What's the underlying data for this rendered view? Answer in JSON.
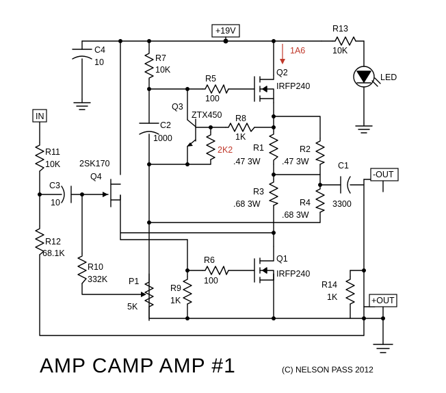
{
  "title": "AMP CAMP AMP #1",
  "copyright": "(C) NELSON PASS 2012",
  "ports": {
    "supply": "+19V",
    "input": "IN",
    "out_minus": "-OUT",
    "out_plus": "+OUT"
  },
  "components": {
    "c4": {
      "name": "C4",
      "value": "10"
    },
    "r7": {
      "name": "R7",
      "value": "10K"
    },
    "r13": {
      "name": "R13",
      "value": "10K"
    },
    "led": {
      "name": "LED"
    },
    "q2": {
      "name": "Q2",
      "value": "IRFP240"
    },
    "r5": {
      "name": "R5",
      "value": "100"
    },
    "q3": {
      "name": "Q3",
      "value": "ZTX450"
    },
    "c2": {
      "name": "C2",
      "value": "1000"
    },
    "r8": {
      "name": "R8",
      "value": "1K"
    },
    "r_2k2": {
      "value": "2K2"
    },
    "r1": {
      "name": "R1",
      "value": ".47 3W"
    },
    "r2": {
      "name": "R2",
      "value": ".47 3W"
    },
    "r11": {
      "name": "R11",
      "value": "10K"
    },
    "q4": {
      "name": "Q4",
      "value": "2SK170"
    },
    "c3": {
      "name": "C3",
      "value": "10"
    },
    "c1": {
      "name": "C1",
      "value": "3300"
    },
    "r3": {
      "name": "R3",
      "value": ".68 3W"
    },
    "r4": {
      "name": "R4",
      "value": ".68 3W"
    },
    "r12": {
      "name": "R12",
      "value": "68.1K"
    },
    "r10": {
      "name": "R10",
      "value": "332K"
    },
    "r6": {
      "name": "R6",
      "value": "100"
    },
    "q1": {
      "name": "Q1",
      "value": "IRFP240"
    },
    "p1": {
      "name": "P1",
      "value": "5K"
    },
    "r9": {
      "name": "R9",
      "value": "1K"
    },
    "r14": {
      "name": "R14",
      "value": "1K"
    }
  },
  "annotations": {
    "current": "1A6"
  }
}
